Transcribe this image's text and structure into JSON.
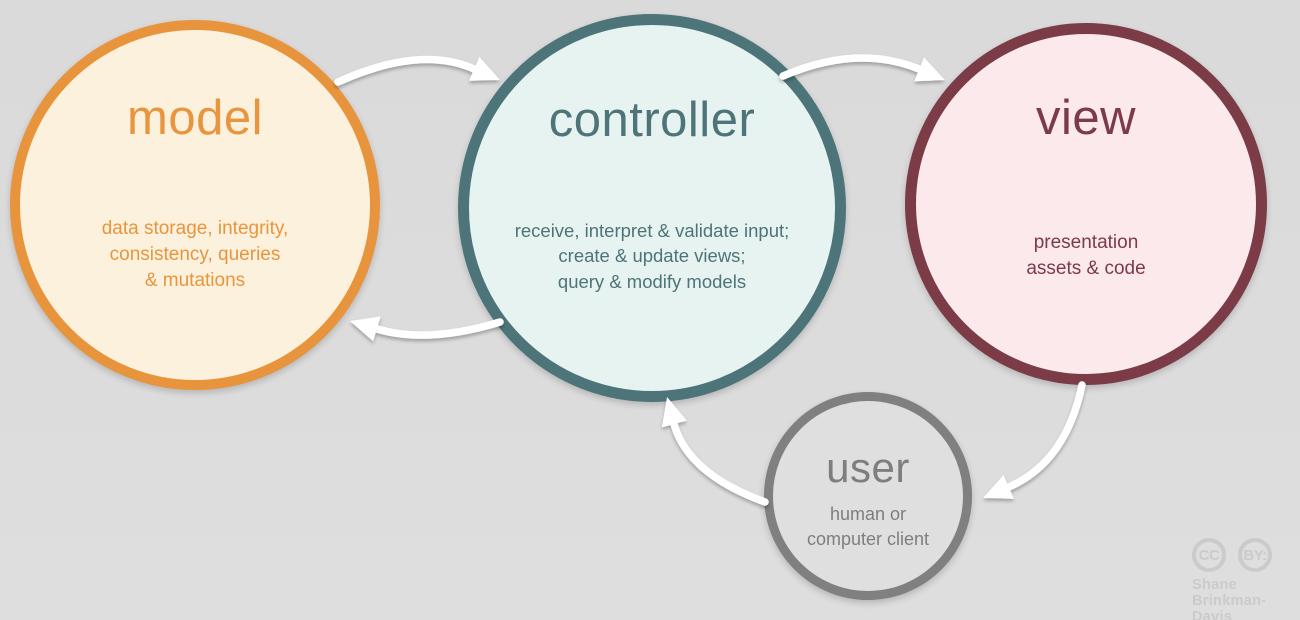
{
  "background_color": "#dcdcdc",
  "arrow_color": "#ffffff",
  "nodes": {
    "model": {
      "label": "model",
      "description": "data storage, integrity,\nconsistency, queries\n& mutations",
      "accent": "#e8943c",
      "fill": "#fcf1dd"
    },
    "controller": {
      "label": "controller",
      "description": "receive, interpret & validate input;\ncreate & update views;\nquery & modify models",
      "accent": "#4d7478",
      "fill": "#e7f3f1"
    },
    "view": {
      "label": "view",
      "description": "presentation\nassets & code",
      "accent": "#7b3b47",
      "fill": "#fbe9eb"
    },
    "user": {
      "label": "user",
      "description": "human or\ncomputer client",
      "accent": "#808080",
      "fill": "#dfdfdf"
    }
  },
  "flows": [
    "model to controller",
    "controller to view",
    "controller to model",
    "user to controller",
    "view to user"
  ],
  "attribution": {
    "cc_label": "CC",
    "by_label": "BY:",
    "author": "Shane\nBrinkman-Davis",
    "color": "#cbcbcb"
  }
}
